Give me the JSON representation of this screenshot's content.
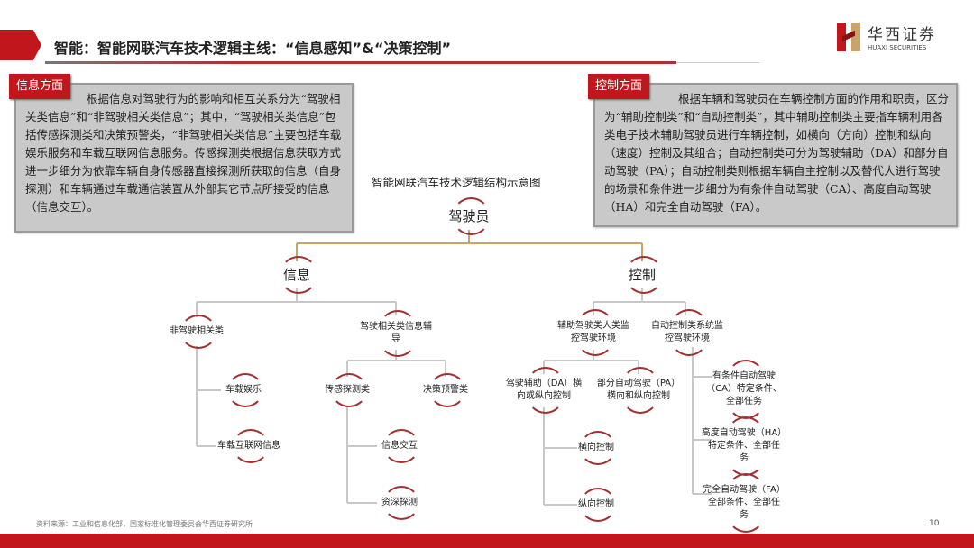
{
  "header": {
    "title": "智能：智能网联汽车技术逻辑主线：“信息感知”&“决策控制”",
    "logo_cn": "华西证券",
    "logo_en": "HUAXI SECURITIES"
  },
  "left_panel": {
    "tag": "信息方面",
    "text": "根据信息对驾驶行为的影响和相互关系分为“驾驶相关类信息”和“非驾驶相关类信息”；其中，“驾驶相关类信息”包括传感探测类和决策预警类，“非驾驶相关类信息”主要包括车载娱乐服务和车载互联网信息服务。传感探测类根据信息获取方式进一步细分为依靠车辆自身传感器直接探测所获取的信息（自身探测）和车辆通过车载通信装置从外部其它节点所接受的信息（信息交互）。"
  },
  "right_panel": {
    "tag": "控制方面",
    "text": "根据车辆和驾驶员在车辆控制方面的作用和职责，区分为“辅助控制类”和“自动控制类”，其中辅助控制类主要指车辆利用各类电子技术辅助驾驶员进行车辆控制，如横向（方向）控制和纵向（速度）控制及其组合；自动控制类可分为驾驶辅助（DA）和部分自动驾驶（PA）；自动控制类则根据车辆自主控制以及替代人进行驾驶的场景和条件进一步细分为有条件自动驾驶（CA）、高度自动驾驶（HA）和完全自动驾驶（FA）。"
  },
  "diagram": {
    "title": "智能网联汽车技术逻辑结构示意图",
    "nodes": {
      "driver": "驾驶员",
      "info": "信息",
      "control": "控制",
      "non_driving": "非驾驶相关类",
      "driving_related": "驾驶相关类信息辅\n导",
      "assist": "辅助驾驶类人类监\n控驾驶环境",
      "auto": "自动控制类系统监\n控驾驶环境",
      "entertainment": "车载娱乐",
      "internet": "车载互联网信息",
      "sensing": "传感探测类",
      "warning": "决策预警类",
      "interaction": "信息交互",
      "self_detect": "资深探测",
      "da": "驾驶辅助（DA）横\n向或纵向控制",
      "pa": "部分自动驾驶（PA）\n横向和纵向控制",
      "lateral": "横向控制",
      "longitudinal": "纵向控制",
      "ca": "有条件自动驾驶\n（CA）特定条件、\n全部任务",
      "ha": "高度自动驾驶（HA）\n特定条件、全部任\n务",
      "fa": "完全自动驾驶（FA）\n全部条件、全部任\n务"
    }
  },
  "footer": {
    "source": "资料来源：工业和信息化部，国家标准化管理委员会华西证券研究所",
    "page": "10"
  },
  "colors": {
    "brand_red": "#c0161c",
    "arc": "#a33030",
    "line": "#c8c8c8",
    "top_line": "#c9a36b"
  }
}
